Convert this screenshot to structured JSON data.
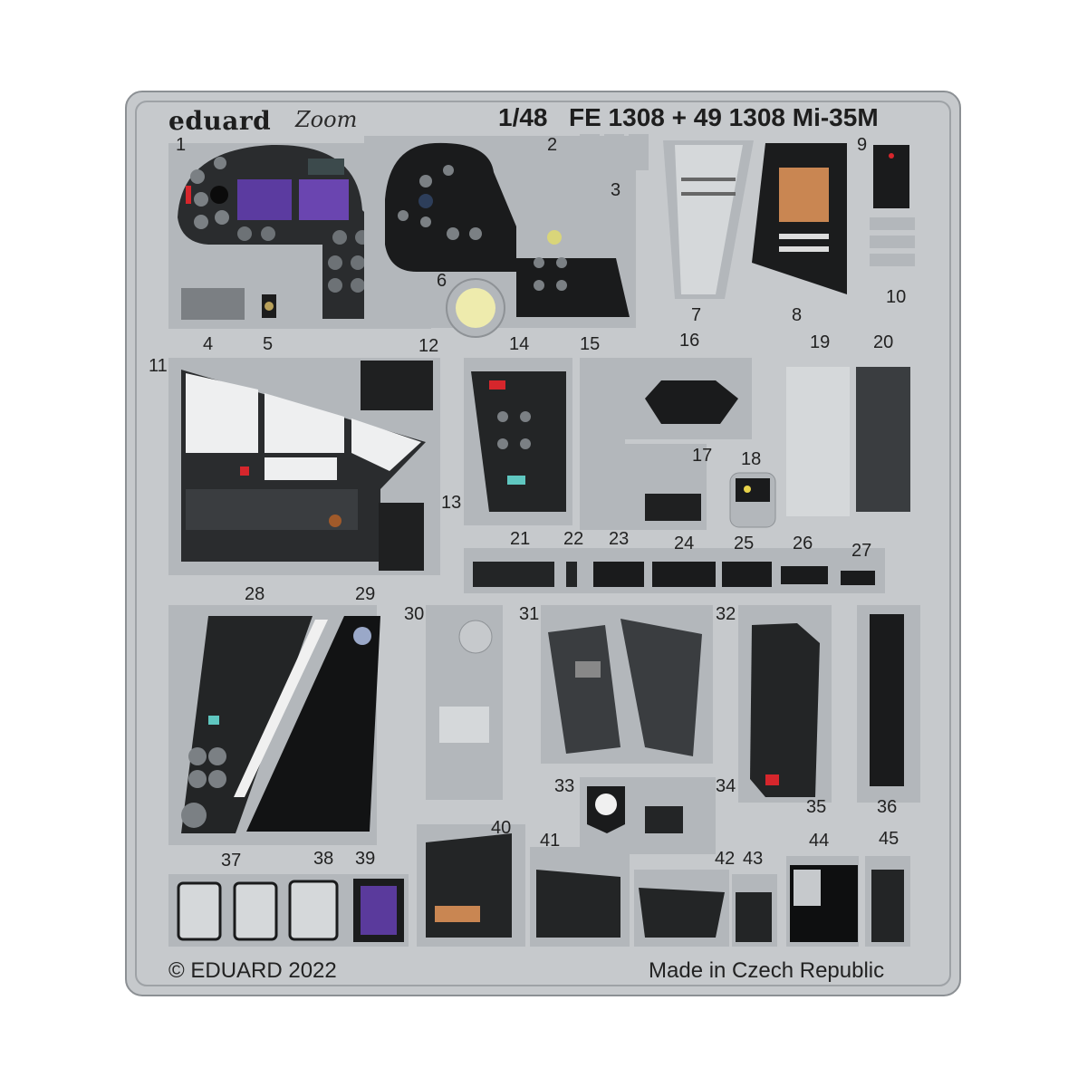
{
  "header": {
    "brand": "eduard",
    "zoom_mark": "Zoom",
    "scale": "1/48",
    "product": "FE 1308 + 49 1308 Mi-35M"
  },
  "footer": {
    "copyright": "© EDUARD 2022",
    "origin": "Made in Czech Republic"
  },
  "part_numbers": [
    "1",
    "2",
    "3",
    "4",
    "5",
    "6",
    "7",
    "8",
    "9",
    "10",
    "11",
    "12",
    "13",
    "14",
    "15",
    "16",
    "17",
    "18",
    "19",
    "20",
    "21",
    "22",
    "23",
    "24",
    "25",
    "26",
    "27",
    "28",
    "29",
    "30",
    "31",
    "32",
    "33",
    "34",
    "35",
    "36",
    "37",
    "38",
    "39",
    "40",
    "41",
    "42",
    "43",
    "44",
    "45"
  ],
  "colors": {
    "fret": "#c5c8cb",
    "fret_edge": "#8e9296",
    "panel": "#1f2122",
    "panel_dark": "#111213",
    "grey_panel": "#a9adb1",
    "mfd_purple": "#5a3a9c",
    "light_yellow": "#f0eeb0",
    "accent_red": "#d6262c",
    "accent_teal": "#5fc7c0",
    "accent_orange": "#d98a4a"
  }
}
